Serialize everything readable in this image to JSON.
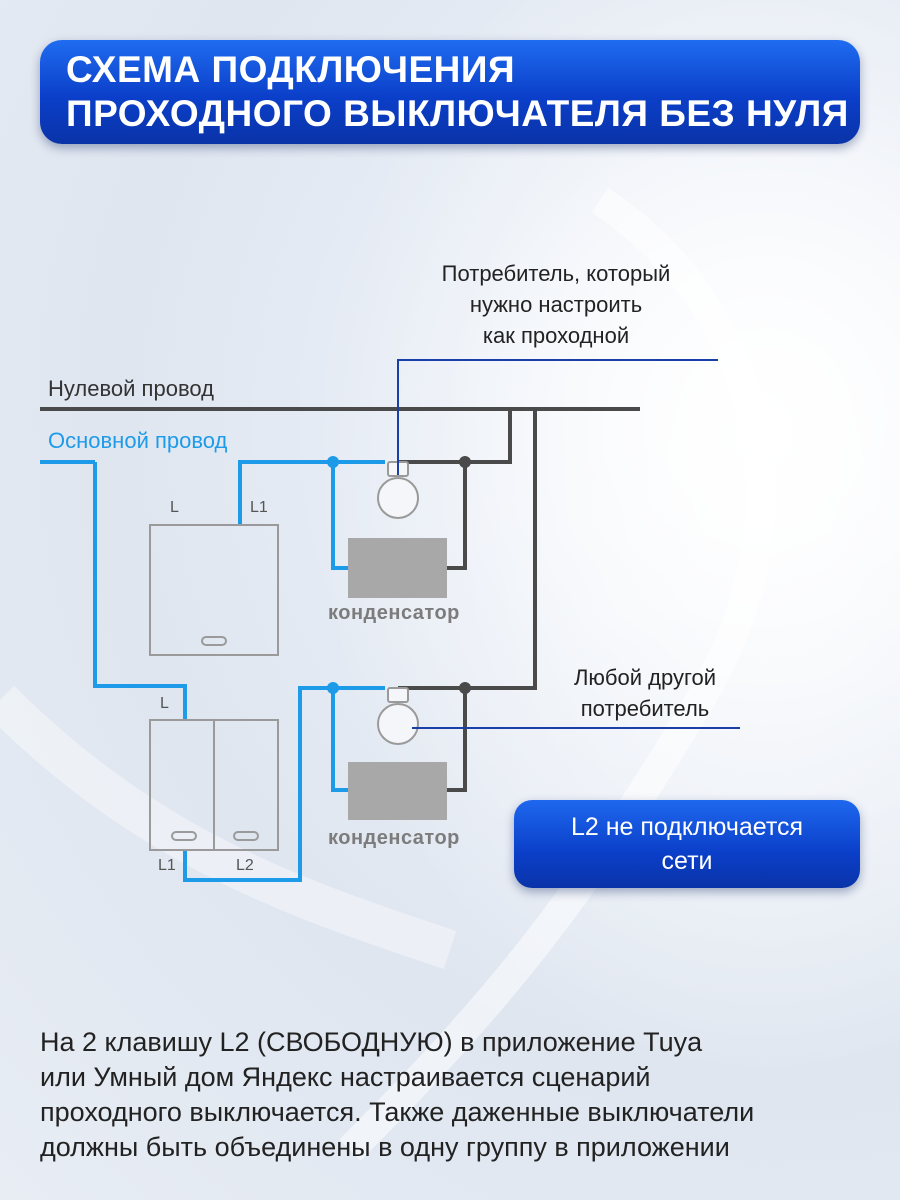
{
  "title": {
    "line1": "СХЕМА ПОДКЛЮЧЕНИЯ",
    "line2": "ПРОХОДНОГО ВЫКЛЮЧАТЕЛЯ БЕЗ НУЛЯ"
  },
  "wires": {
    "neutral_label": "Нулевой провод",
    "main_label": "Основной провод"
  },
  "consumer1": {
    "line1": "Потребитель, который",
    "line2": "нужно настроить",
    "line3": "как проходной"
  },
  "consumer2": {
    "line1": "Любой другой",
    "line2": "потребитель"
  },
  "capacitor_label": "конденсатор",
  "terminals": {
    "sw1_l": "L",
    "sw1_l1": "L1",
    "sw2_l": "L",
    "sw2_l1": "L1",
    "sw2_l2": "L2"
  },
  "note": {
    "line1": "L2 не подключается",
    "line2": "сети"
  },
  "footer": {
    "line1": "На 2 клавишу L2 (СВОБОДНУЮ) в приложение Tuya",
    "line2": "или Умный дом Яндекс настраивается сценарий",
    "line3": "проходного выключается. Также даженные выключатели",
    "line4": "должны быть объединены в одну группу в приложении"
  },
  "colors": {
    "neutral_wire": "#4a4a4a",
    "main_wire": "#1e9be8",
    "accent_blue": "#0b3fc9",
    "line_blue": "#1b3fa8",
    "capacitor": "#a8a8a8"
  }
}
